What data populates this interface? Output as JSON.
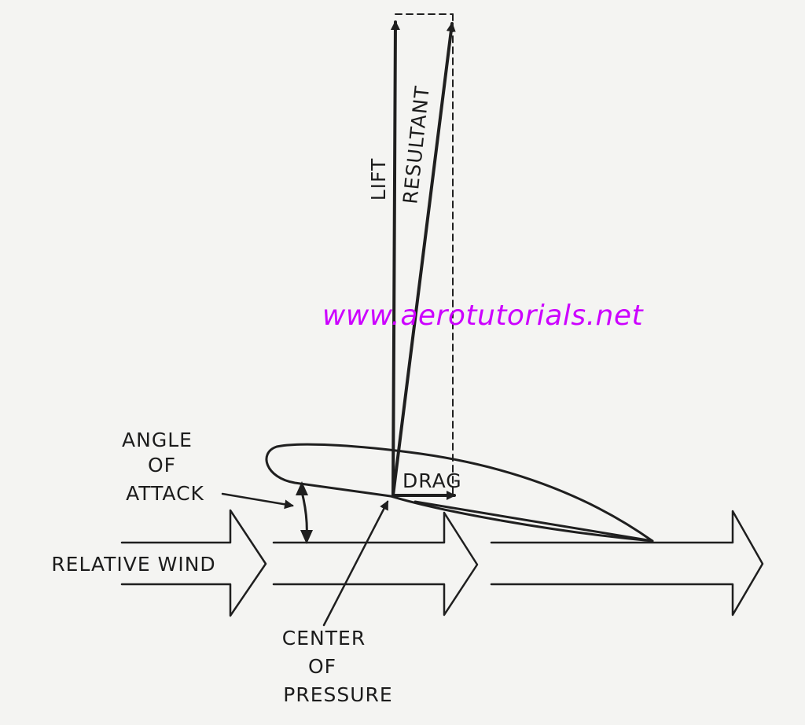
{
  "labels": {
    "lift": "LIFT",
    "resultant": "RESULTANT",
    "drag": "DRAG",
    "angle_of_attack": [
      "ANGLE",
      "OF",
      "ATTACK"
    ],
    "relative_wind": "RELATIVE WIND",
    "center_of_pressure": [
      "CENTER",
      "OF",
      "PRESSURE"
    ]
  },
  "watermark": {
    "text": "www.aerotutorials.net",
    "color": "#cc00ff"
  },
  "colors": {
    "ink": "#1f1f1f",
    "paper": "#f4f4f2"
  }
}
